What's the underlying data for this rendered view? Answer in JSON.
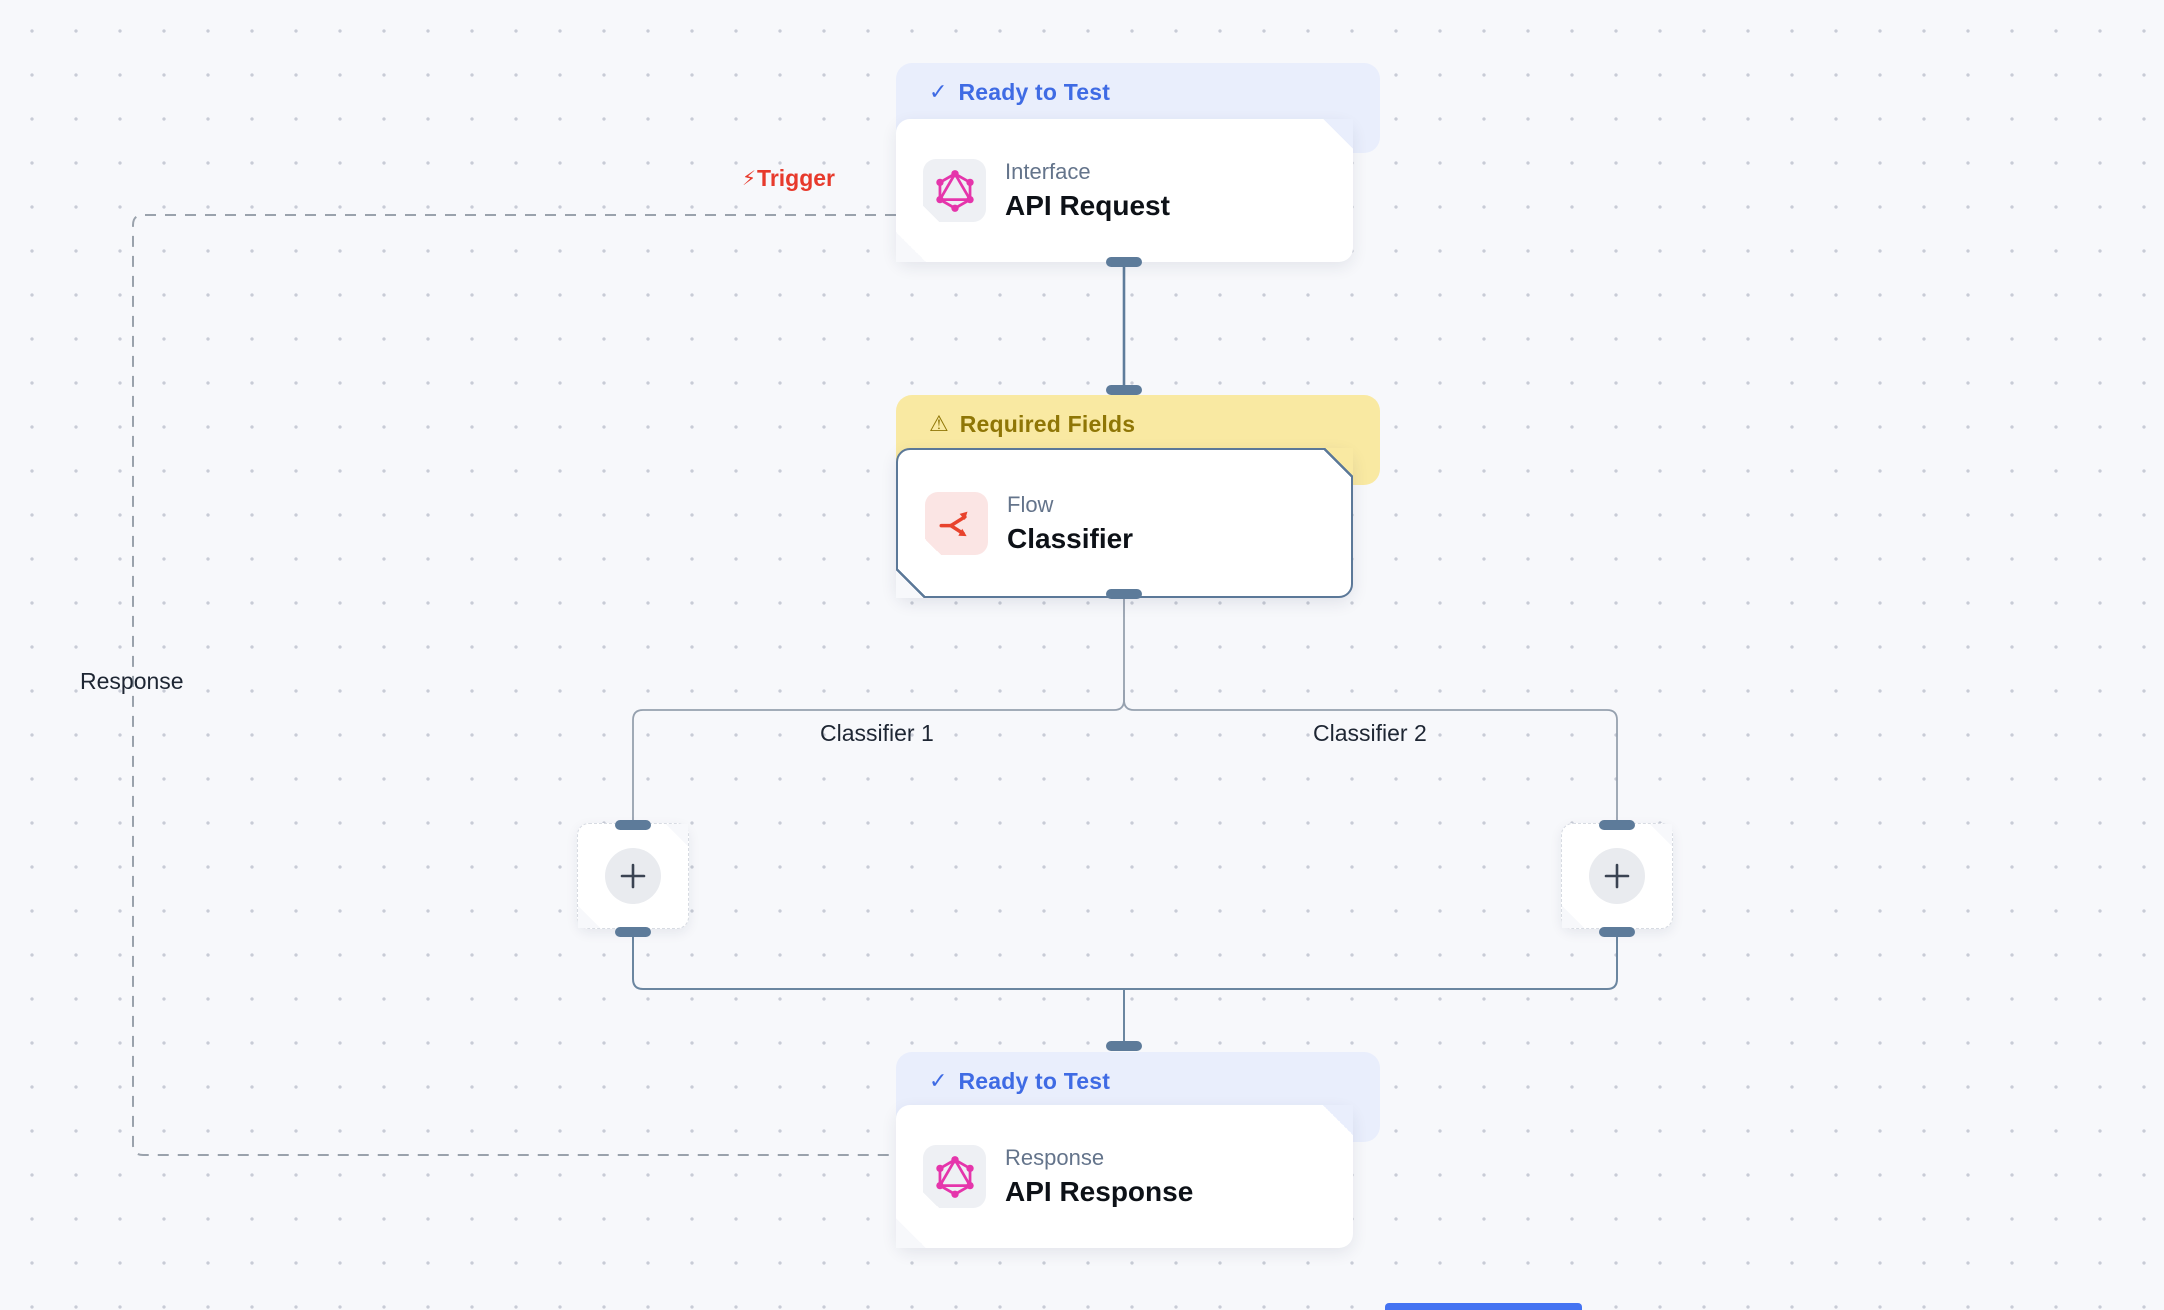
{
  "flow": {
    "nodes": [
      {
        "status": "Ready to Test",
        "status_icon": "check",
        "type_label": "Interface",
        "title": "API Request"
      },
      {
        "status": "Required Fields",
        "status_icon": "warning",
        "type_label": "Flow",
        "title": "Classifier"
      },
      {
        "status": "Ready to Test",
        "status_icon": "check",
        "type_label": "Response",
        "title": "API Response"
      }
    ],
    "edge_labels": {
      "trigger": "Trigger",
      "response": "Response",
      "branch_left": "Classifier 1",
      "branch_right": "Classifier 2"
    },
    "add_buttons": [
      {
        "icon": "plus"
      },
      {
        "icon": "plus"
      }
    ]
  },
  "icons": {
    "check": "✓",
    "warning": "⚠",
    "bolt": "⚡"
  },
  "colors": {
    "canvas_bg": "#f7f8fb",
    "grid_dot": "#c8ccd6",
    "status_ready_text": "#3f6be4",
    "status_ready_bg": "#e9eefc",
    "status_warning_text": "#8f7606",
    "status_warning_bg": "#f9e9a2",
    "selected_border": "#5b7898",
    "graphql_pink": "#e535ab",
    "classifier_red": "#e8432d",
    "trigger_label_red": "#e73a2c",
    "port": "#5d7b9a",
    "edge_dark": "#5e7c9b",
    "edge_light": "#96a1af",
    "dashed_edge": "#9aa2ac",
    "scrollbar_blue": "#4473f2"
  }
}
